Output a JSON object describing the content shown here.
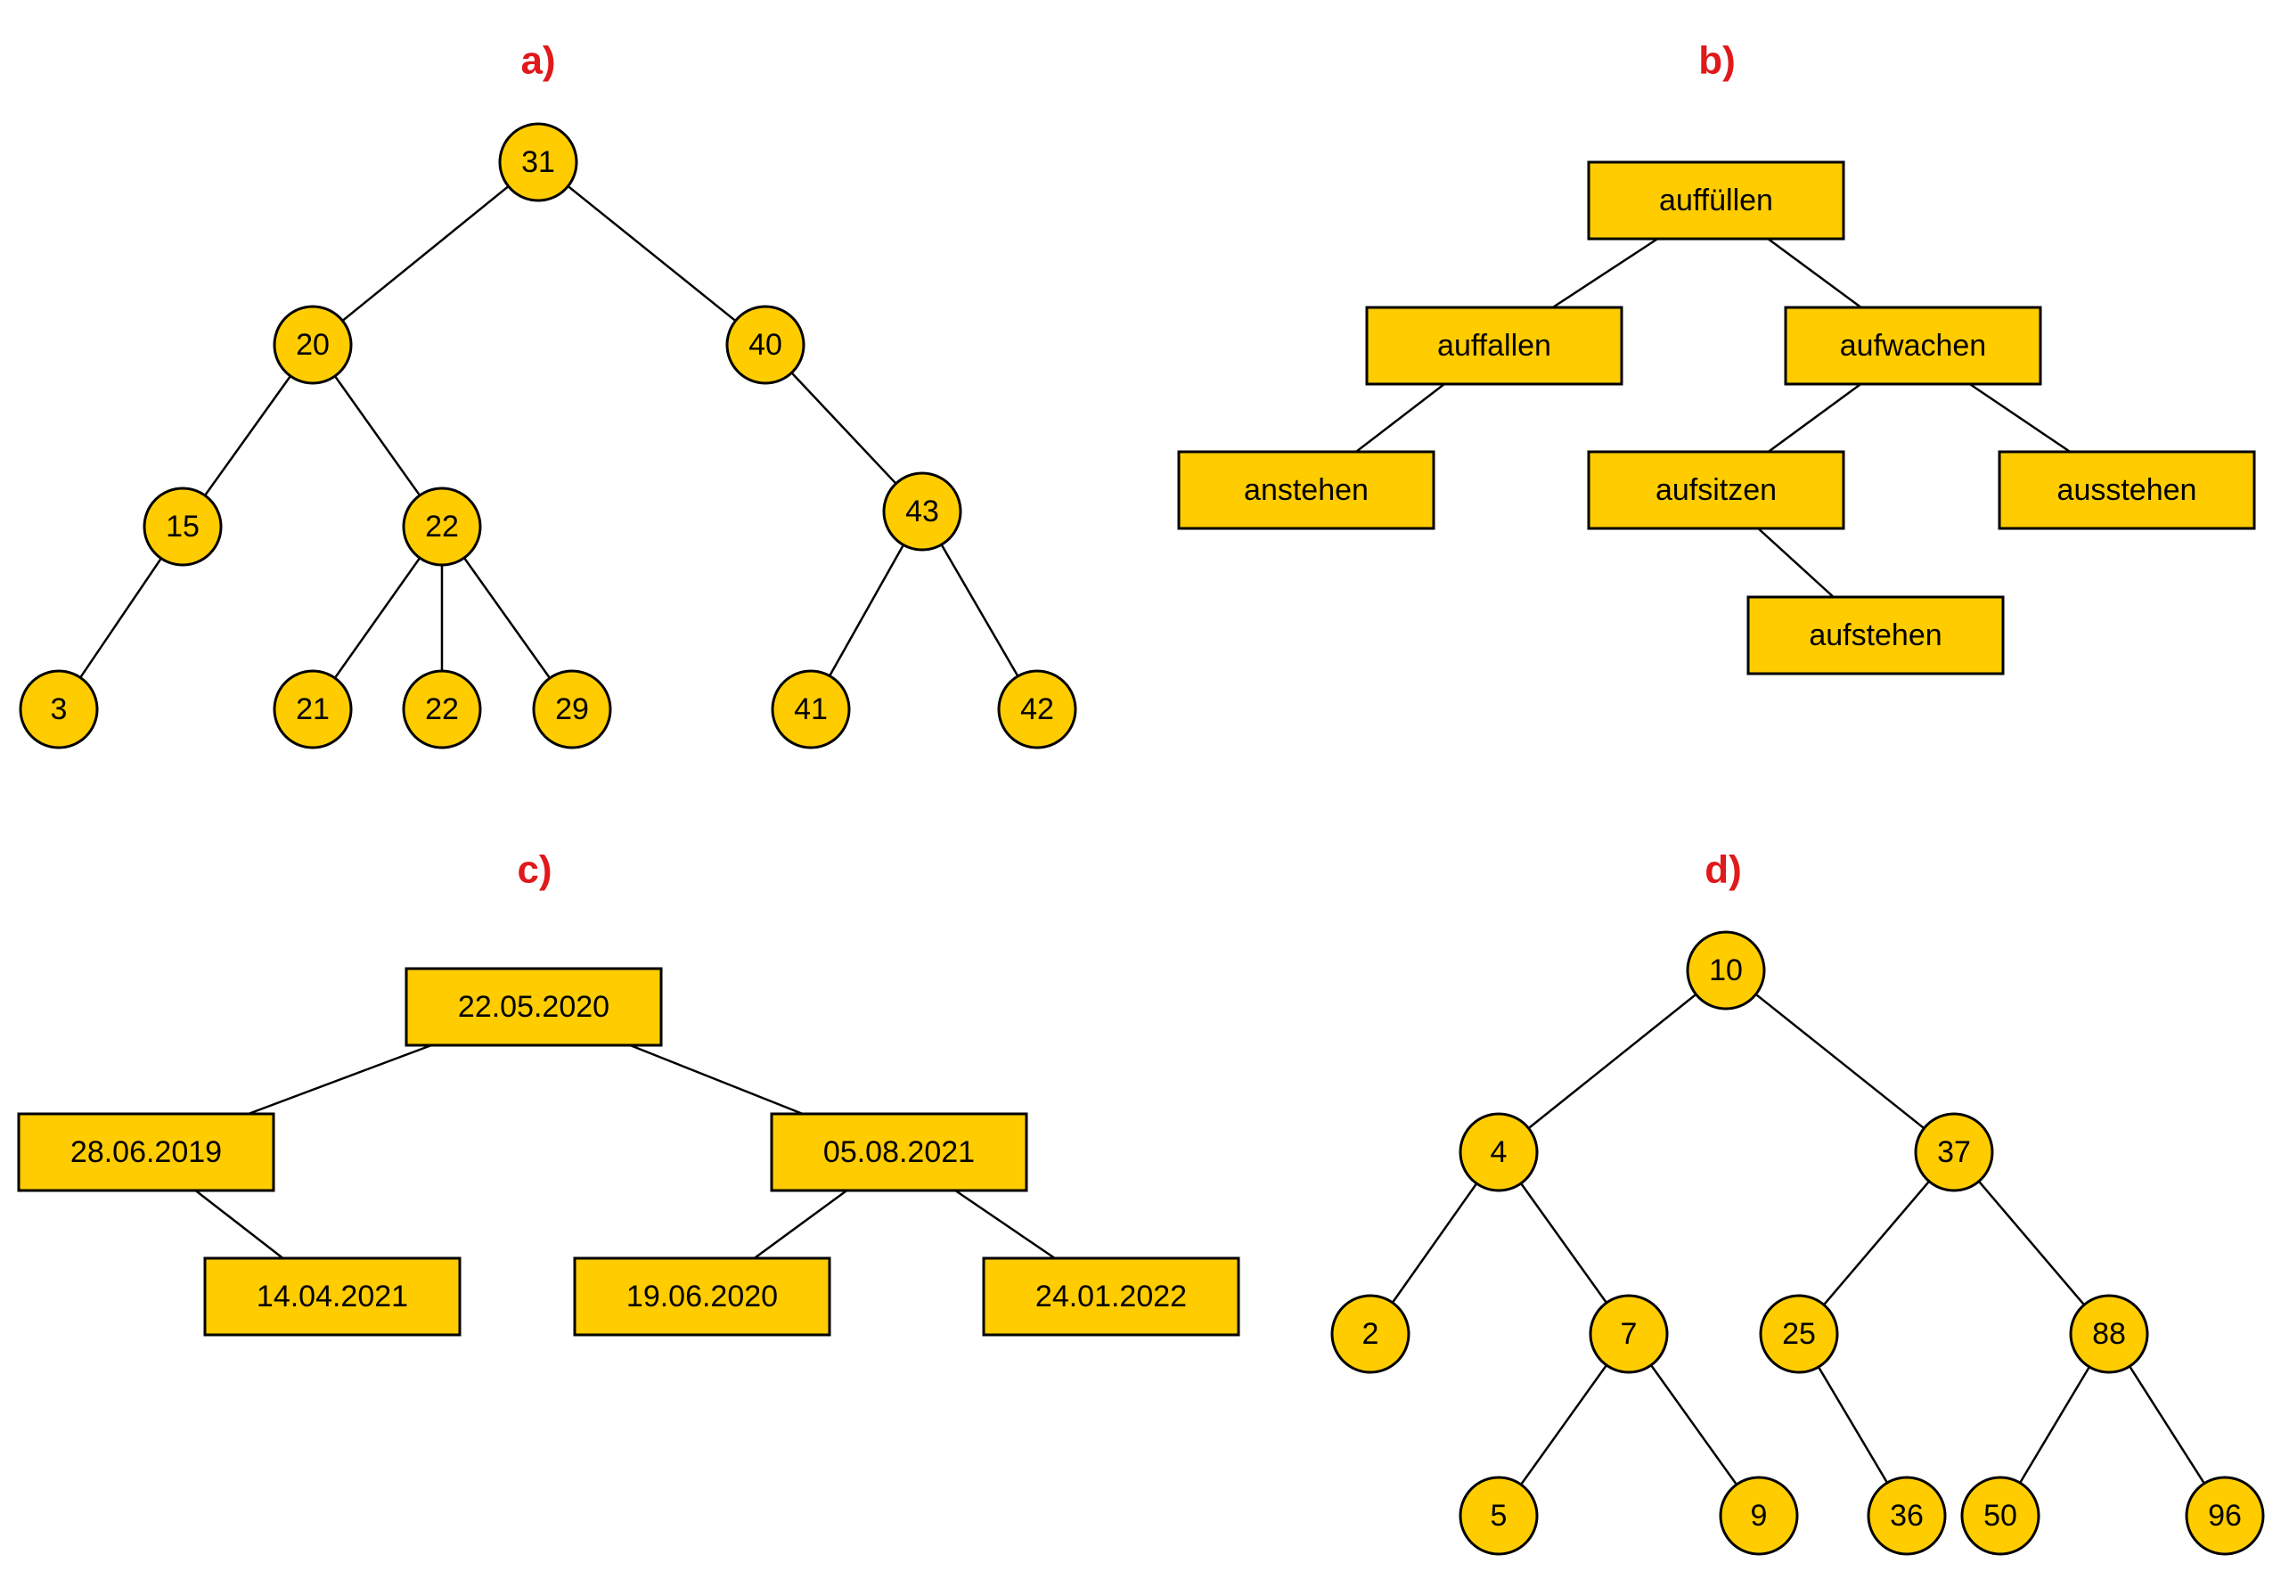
{
  "colors": {
    "node_fill": "#ffcc00",
    "node_stroke": "#000000",
    "caption": "#e0191b",
    "edge": "#000000"
  },
  "diagrams": [
    {
      "label": "a)",
      "shape": "circle",
      "nodes": [
        {
          "id": "a31",
          "text": "31"
        },
        {
          "id": "a20",
          "text": "20"
        },
        {
          "id": "a40",
          "text": "40"
        },
        {
          "id": "a15",
          "text": "15"
        },
        {
          "id": "a22",
          "text": "22"
        },
        {
          "id": "a43",
          "text": "43"
        },
        {
          "id": "a3",
          "text": "3"
        },
        {
          "id": "a21",
          "text": "21"
        },
        {
          "id": "a22b",
          "text": "22"
        },
        {
          "id": "a29",
          "text": "29"
        },
        {
          "id": "a41",
          "text": "41"
        },
        {
          "id": "a42",
          "text": "42"
        }
      ],
      "edges": [
        [
          "a31",
          "a20"
        ],
        [
          "a31",
          "a40"
        ],
        [
          "a20",
          "a15"
        ],
        [
          "a20",
          "a22"
        ],
        [
          "a40",
          "a43"
        ],
        [
          "a15",
          "a3"
        ],
        [
          "a22",
          "a21"
        ],
        [
          "a22",
          "a22b"
        ],
        [
          "a22",
          "a29"
        ],
        [
          "a43",
          "a41"
        ],
        [
          "a43",
          "a42"
        ]
      ]
    },
    {
      "label": "b)",
      "shape": "rect",
      "nodes": [
        {
          "id": "b1",
          "text": "auffüllen"
        },
        {
          "id": "b2",
          "text": "auffallen"
        },
        {
          "id": "b3",
          "text": "aufwachen"
        },
        {
          "id": "b4",
          "text": "anstehen"
        },
        {
          "id": "b5",
          "text": "aufsitzen"
        },
        {
          "id": "b6",
          "text": "ausstehen"
        },
        {
          "id": "b7",
          "text": "aufstehen"
        }
      ],
      "edges": [
        [
          "b1",
          "b2"
        ],
        [
          "b1",
          "b3"
        ],
        [
          "b2",
          "b4"
        ],
        [
          "b3",
          "b5"
        ],
        [
          "b3",
          "b6"
        ],
        [
          "b5",
          "b7"
        ]
      ]
    },
    {
      "label": "c)",
      "shape": "rect",
      "nodes": [
        {
          "id": "c1",
          "text": "22.05.2020"
        },
        {
          "id": "c2",
          "text": "28.06.2019"
        },
        {
          "id": "c3",
          "text": "05.08.2021"
        },
        {
          "id": "c4",
          "text": "14.04.2021"
        },
        {
          "id": "c5",
          "text": "19.06.2020"
        },
        {
          "id": "c6",
          "text": "24.01.2022"
        }
      ],
      "edges": [
        [
          "c1",
          "c2"
        ],
        [
          "c1",
          "c3"
        ],
        [
          "c2",
          "c4"
        ],
        [
          "c3",
          "c5"
        ],
        [
          "c3",
          "c6"
        ]
      ]
    },
    {
      "label": "d)",
      "shape": "circle",
      "nodes": [
        {
          "id": "d10",
          "text": "10"
        },
        {
          "id": "d4",
          "text": "4"
        },
        {
          "id": "d37",
          "text": "37"
        },
        {
          "id": "d2",
          "text": "2"
        },
        {
          "id": "d7",
          "text": "7"
        },
        {
          "id": "d25",
          "text": "25"
        },
        {
          "id": "d88",
          "text": "88"
        },
        {
          "id": "d5",
          "text": "5"
        },
        {
          "id": "d9",
          "text": "9"
        },
        {
          "id": "d36",
          "text": "36"
        },
        {
          "id": "d50",
          "text": "50"
        },
        {
          "id": "d96",
          "text": "96"
        }
      ],
      "edges": [
        [
          "d10",
          "d4"
        ],
        [
          "d10",
          "d37"
        ],
        [
          "d4",
          "d2"
        ],
        [
          "d4",
          "d7"
        ],
        [
          "d37",
          "d25"
        ],
        [
          "d37",
          "d88"
        ],
        [
          "d7",
          "d5"
        ],
        [
          "d7",
          "d9"
        ],
        [
          "d25",
          "d36"
        ],
        [
          "d88",
          "d50"
        ],
        [
          "d88",
          "d96"
        ]
      ]
    }
  ]
}
